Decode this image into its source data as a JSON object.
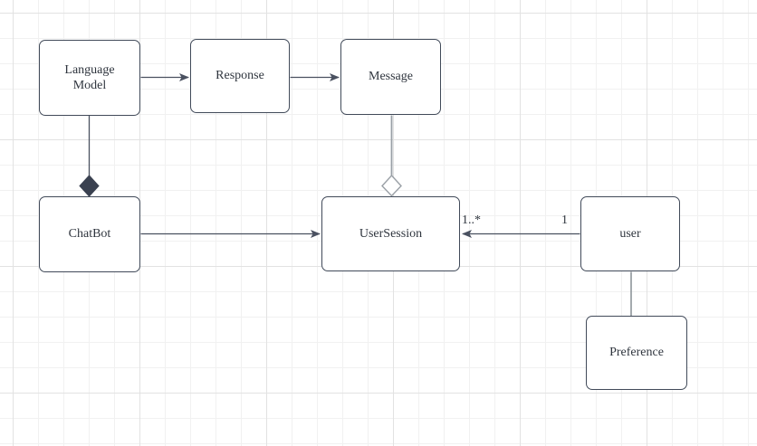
{
  "diagram": {
    "type": "uml-class-diagram",
    "colors": {
      "background": "#ffffff",
      "grid_minor": "#f1f1f1",
      "grid_major": "#e2e2e2",
      "node_border": "#414a59",
      "node_fill": "#ffffff",
      "edge_dark": "#4a5160",
      "edge_gray": "#9aa0a6",
      "text": "#2f353e"
    },
    "nodes": {
      "language_model": {
        "label": "Language Model"
      },
      "response": {
        "label": "Response"
      },
      "message": {
        "label": "Message"
      },
      "chatbot": {
        "label": "ChatBot"
      },
      "user_session": {
        "label": "UserSession"
      },
      "user": {
        "label": "user"
      },
      "preference": {
        "label": "Preference"
      }
    },
    "edges": [
      {
        "id": "language-model-to-response",
        "from": "language_model",
        "to": "response",
        "style": "solid-arrow"
      },
      {
        "id": "response-to-message",
        "from": "response",
        "to": "message",
        "style": "solid-arrow"
      },
      {
        "id": "language-model-to-chatbot",
        "from": "language_model",
        "to": "chatbot",
        "style": "composition-filled-diamond-at-chatbot"
      },
      {
        "id": "message-to-usersession",
        "from": "message",
        "to": "user_session",
        "style": "aggregation-hollow-diamond-at-usersession"
      },
      {
        "id": "chatbot-to-usersession",
        "from": "chatbot",
        "to": "user_session",
        "style": "solid-arrow"
      },
      {
        "id": "user-to-usersession",
        "from": "user",
        "to": "user_session",
        "style": "solid-arrow",
        "source_multiplicity": "1",
        "target_multiplicity": "1..*"
      },
      {
        "id": "user-to-preference",
        "from": "user",
        "to": "preference",
        "style": "plain-line"
      }
    ]
  }
}
